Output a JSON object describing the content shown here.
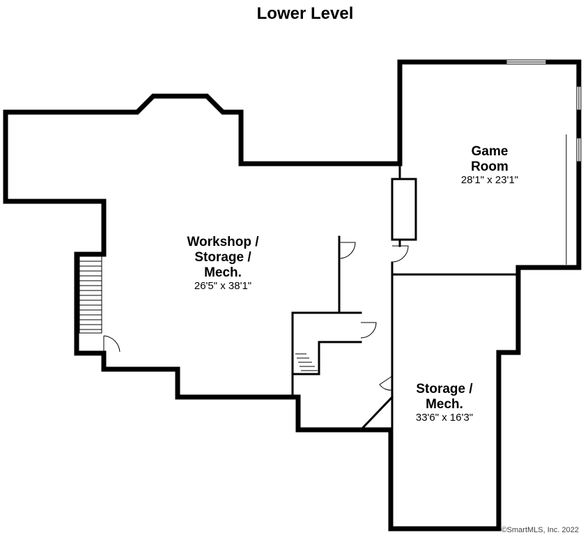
{
  "title": "Lower Level",
  "rooms": [
    {
      "name_lines": [
        "Workshop /",
        "Storage /",
        "Mech."
      ],
      "dimensions": "26'5\" x 38'1\""
    },
    {
      "name_lines": [
        "Game",
        "Room"
      ],
      "dimensions": "28'1\" x 23'1\""
    },
    {
      "name_lines": [
        "Storage /",
        "Mech."
      ],
      "dimensions": "33'6\" x 16'3\""
    }
  ],
  "copyright": "©SmartMLS, Inc.  2022"
}
